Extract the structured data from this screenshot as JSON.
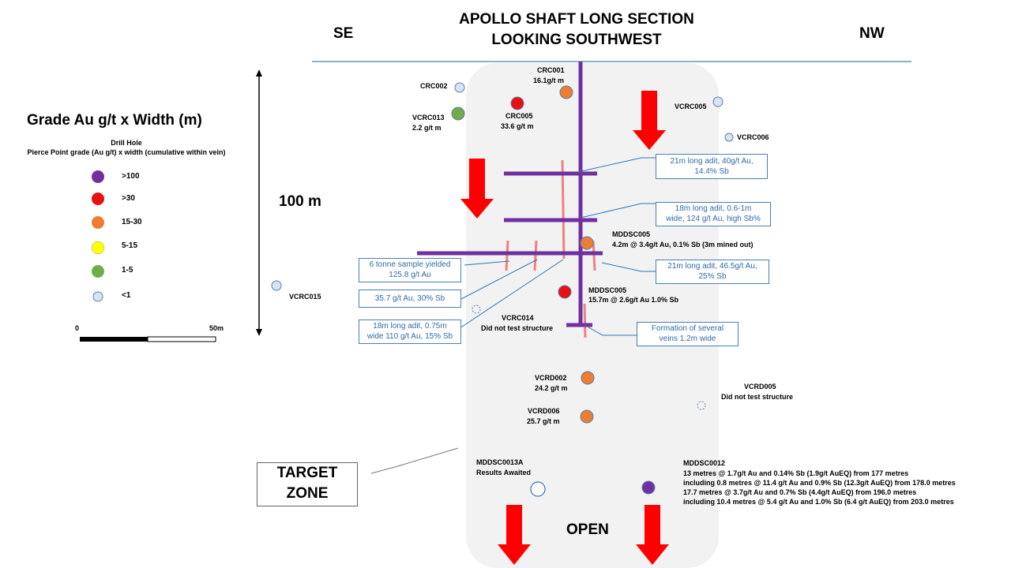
{
  "header": {
    "title_line1": "APOLLO SHAFT LONG SECTION",
    "title_line2": "LOOKING SOUTHWEST",
    "left_direction": "SE",
    "right_direction": "NW"
  },
  "legend": {
    "title": "Grade Au g/t  x Width (m)",
    "subtitle_line1": "Drill Hole",
    "subtitle_line2": "Pierce Point grade (Au g/t)  x width (cumulative within vein)",
    "items": [
      {
        "label": ">100",
        "color": "#7030a0"
      },
      {
        "label": ">30",
        "color": "#e81010"
      },
      {
        "label": "15-30",
        "color": "#ed7d31"
      },
      {
        "label": "5-15",
        "color": "#ffff00"
      },
      {
        "label": "1-5",
        "color": "#70ad47"
      },
      {
        "label": "<1",
        "color": "#dae3f3"
      }
    ],
    "scale_start": "0",
    "scale_end": "50m"
  },
  "vertical_scale": "100 m",
  "holes": {
    "crc002": "CRC002",
    "crc001_name": "CRC001",
    "crc001_grade": "16.1g/t m",
    "crc005_name": "CRC005",
    "crc005_grade": "33.6 g/t m",
    "vcrc013_name": "VCRC013",
    "vcrc013_grade": "2.2 g/t m",
    "vcrc005": "VCRC005",
    "vcrc006": "VCRC006",
    "vcrc015": "VCRC015",
    "mddsc005a_name": "MDDSC005",
    "mddsc005a_result": "4.2m @ 3.4g/t Au, 0.1% Sb (3m mined out)",
    "mddsc005b_name": "MDDSC005",
    "mddsc005b_result": "15.7m @ 2.6g/t Au 1.0% Sb",
    "vcrc014_name": "VCRC014",
    "vcrc014_note": "Did not test structure",
    "vcrd002_name": "VCRD002",
    "vcrd002_grade": "24.2 g/t m",
    "vcrd006_name": "VCRD006",
    "vcrd006_grade": "25.7 g/t m",
    "vcrd005_name": "VCRD005",
    "vcrd005_note": "Did not test structure",
    "mddsc0013a_name": "MDDSC0013A",
    "mddsc0013a_note": "Results Awaited",
    "mddsc0012_name": "MDDSC0012",
    "mddsc0012_line1": "13 metres @ 1.7g/t Au and 0.14% Sb (1.9g/t AuEQ) from 177 metres",
    "mddsc0012_line2": "including 0.8 metres @ 11.4 g/t Au and 0.9% Sb (12.3g/t AuEQ) from 178.0 metres",
    "mddsc0012_line3": "17.7 metres @ 3.7g/t Au and 0.7% Sb (4.4g/t AuEQ) from 196.0 metres",
    "mddsc0012_line4": "including 10.4 metres @ 5.4 g/t Au and 1.0% Sb (6.4 g/t AuEQ) from 203.0 metres"
  },
  "callouts": {
    "adit21_a_line1": "21m long adit, 40g/t Au,",
    "adit21_a_line2": "14.4% Sb",
    "adit18_a_line1": "18m long adit, 0.6-1m",
    "adit18_a_line2": "wide, 124 g/t Au, high Sb%",
    "sample_line1": "6 tonne sample yielded",
    "sample_line2": "125.8 g/t Au",
    "adit21_b_line1": "21m long adit, 46.5g/t Au,",
    "adit21_b_line2": "25% Sb",
    "grade357": "35.7 g/t Au, 30% Sb",
    "adit18_b_line1": "18m long adit, 0.75m",
    "adit18_b_line2": "wide 110 g/t Au, 15% Sb",
    "formation_line1": "Formation of several",
    "formation_line2": "veins 1.2m wide"
  },
  "target_zone_line1": "TARGET",
  "target_zone_line2": "ZONE",
  "open_label": "OPEN",
  "colors": {
    "shaft": "#7030a0",
    "arrow": "#ff0000",
    "vein": "#f08080",
    "leader": "#2e75b6",
    "zone": "#f2f2f2"
  }
}
